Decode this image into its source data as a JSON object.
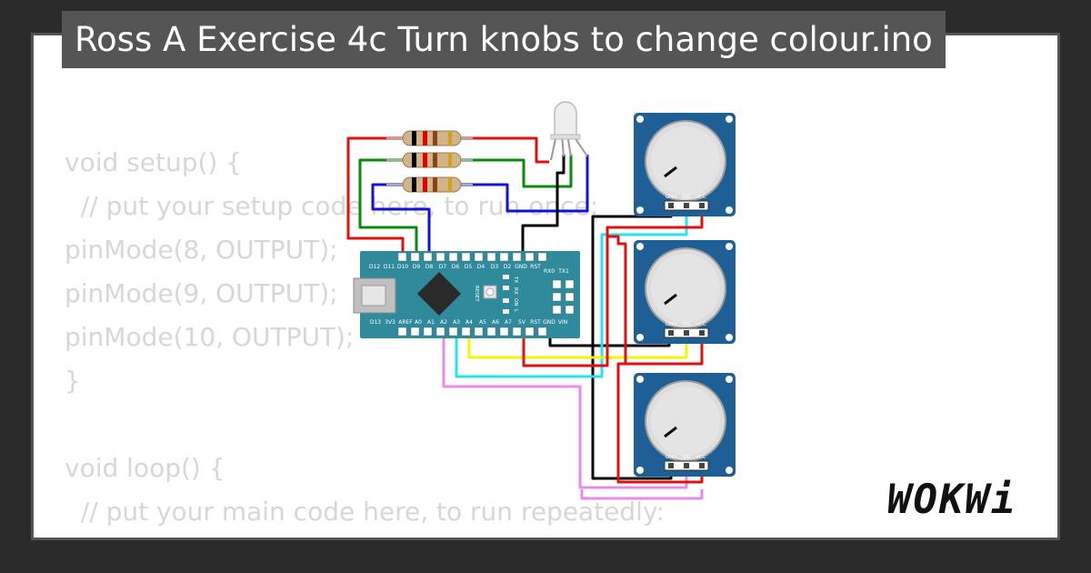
{
  "header": {
    "title": "Ross A Exercise 4c Turn knobs to change colour.ino"
  },
  "code_lines": [
    "void setup() {",
    "  // put your setup code here, to run once:",
    "pinMode(8, OUTPUT);",
    "pinMode(9, OUTPUT);",
    "pinMode(10, OUTPUT);",
    "}",
    "",
    "void loop() {",
    "  // put your main code here, to run repeatedly:"
  ],
  "board": {
    "top_pins": [
      "D12",
      "D11",
      "D10",
      "D9",
      "D8",
      "D7",
      "D6",
      "D5",
      "D4",
      "D3",
      "D2",
      "GND",
      "RST",
      "RX0",
      "TX1"
    ],
    "bottom_pins": [
      "D13",
      "3V3",
      "AREF",
      "A0",
      "A1",
      "A2",
      "A3",
      "A4",
      "A5",
      "A6",
      "A7",
      "5V",
      "RST",
      "GND",
      "VIN"
    ],
    "labels": {
      "reset": "RESET",
      "tx": "TX",
      "rx": "RX",
      "on": "ON",
      "l": "L"
    }
  },
  "potentiometers": [
    {
      "pins": [
        "GND",
        "SIG",
        "VCC"
      ]
    },
    {
      "pins": [
        "GND",
        "SIG",
        "VCC"
      ]
    },
    {
      "pins": [
        "GND",
        "SIG",
        "VCC"
      ]
    }
  ],
  "brand": {
    "name": "WOKWi"
  },
  "colors": {
    "background": "#2b2b2b",
    "card": "#ffffff",
    "title_bar": "#555555",
    "code_text": "#d7d7d7",
    "board": "#2f8a9b",
    "pot_board": "#1e5f96",
    "wire_red": "#e01010",
    "wire_green": "#0a8a0a",
    "wire_blue": "#1010e0",
    "wire_black": "#000000",
    "wire_cyan": "#22e4f0",
    "wire_yellow": "#f5f500",
    "wire_pink": "#e88ae8"
  }
}
